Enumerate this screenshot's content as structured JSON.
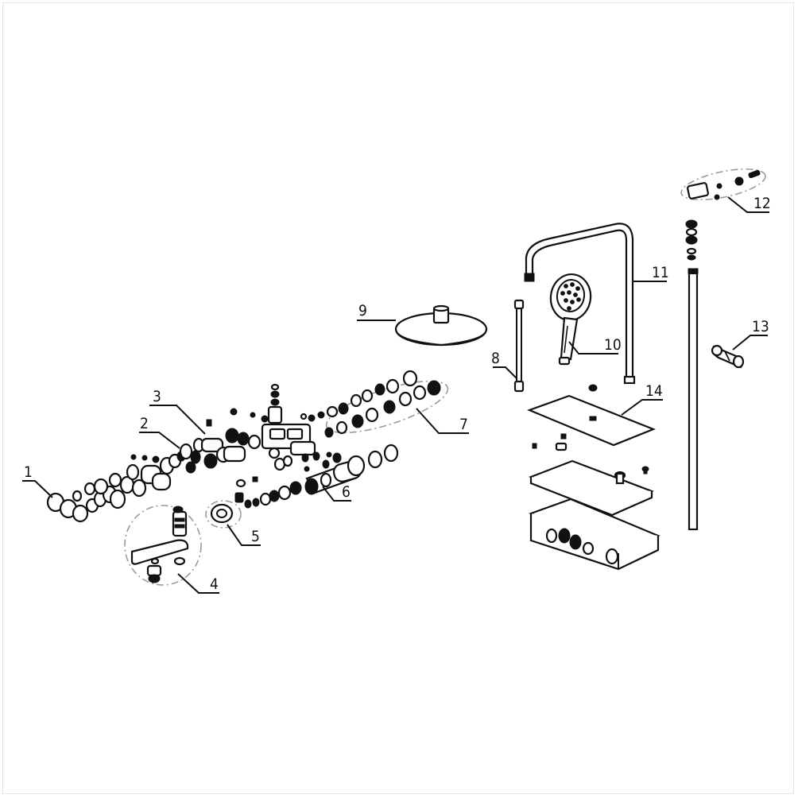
{
  "diagram": {
    "labels": [
      {
        "id": "part-1",
        "text": "1"
      },
      {
        "id": "part-2",
        "text": "2"
      },
      {
        "id": "part-3",
        "text": "3"
      },
      {
        "id": "part-4",
        "text": "4"
      },
      {
        "id": "part-5",
        "text": "5"
      },
      {
        "id": "part-6",
        "text": "6"
      },
      {
        "id": "part-7",
        "text": "7"
      },
      {
        "id": "part-8",
        "text": "8"
      },
      {
        "id": "part-9",
        "text": "9"
      },
      {
        "id": "part-10",
        "text": "10"
      },
      {
        "id": "part-11",
        "text": "11"
      },
      {
        "id": "part-12",
        "text": "12"
      },
      {
        "id": "part-13",
        "text": "13"
      },
      {
        "id": "part-14",
        "text": "14"
      }
    ],
    "colors": {
      "ink": "#111111",
      "group_outline": "#9a9a9a",
      "background": "#ffffff"
    }
  }
}
